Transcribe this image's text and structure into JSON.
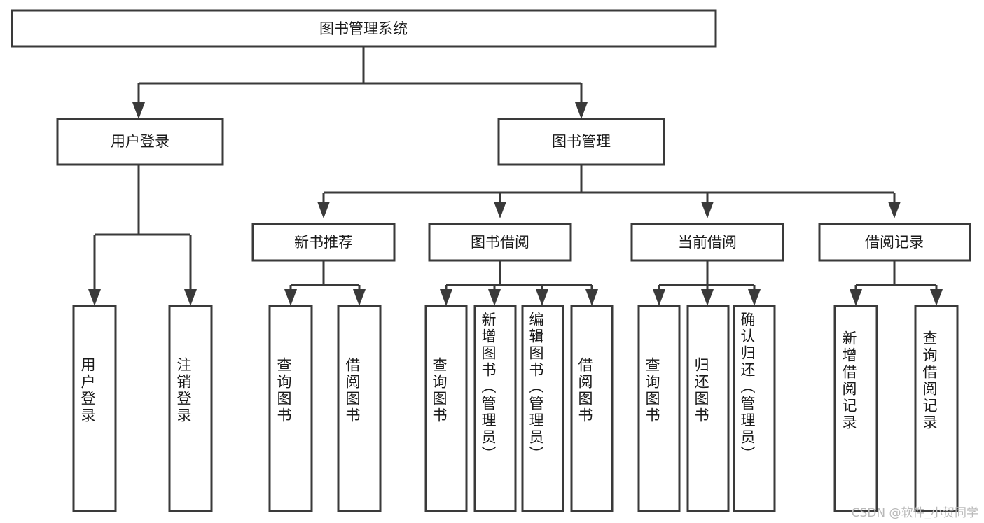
{
  "diagram": {
    "type": "tree-hierarchy-chart",
    "title_node": {
      "label": "图书管理系统"
    },
    "level2": [
      {
        "label": "用户登录"
      },
      {
        "label": "图书管理"
      }
    ],
    "level3": [
      {
        "label": "新书推荐"
      },
      {
        "label": "图书借阅"
      },
      {
        "label": "当前借阅"
      },
      {
        "label": "借阅记录"
      }
    ],
    "leaves": {
      "user_login": [
        {
          "label": "用户登录"
        },
        {
          "label": "注销登录"
        }
      ],
      "new_book_recommend": [
        {
          "label": "查询图书"
        },
        {
          "label": "借阅图书"
        }
      ],
      "book_borrow": [
        {
          "label": "查询图书"
        },
        {
          "label": "新增图书（管理员）"
        },
        {
          "label": "编辑图书（管理员）"
        },
        {
          "label": "借阅图书"
        }
      ],
      "current_borrow": [
        {
          "label": "查询图书"
        },
        {
          "label": "归还图书"
        },
        {
          "label": "确认归还（管理员）"
        }
      ],
      "borrow_record": [
        {
          "label": "新增借阅记录"
        },
        {
          "label": "查询借阅记录"
        }
      ]
    }
  },
  "watermark": {
    "text": "CSDN @软件_小贺同学"
  },
  "colors": {
    "stroke": "#3a3a3a",
    "box_fill": "#ffffff",
    "text": "#1a1a1a",
    "watermark": "#b9b9b9",
    "background": "#ffffff"
  }
}
